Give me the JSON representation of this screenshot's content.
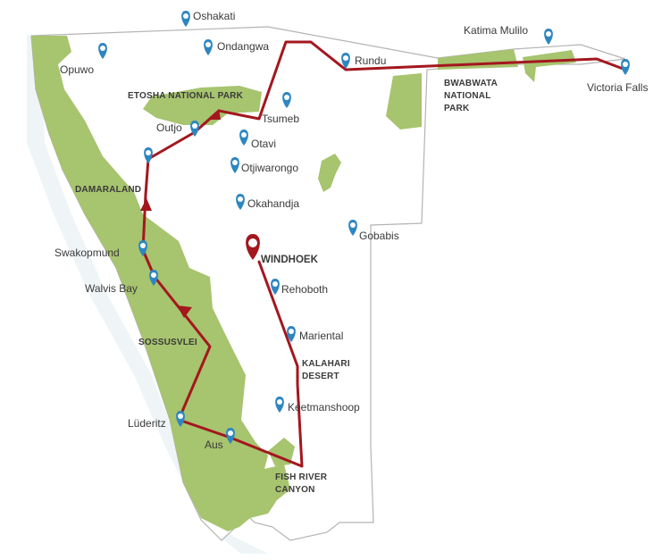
{
  "colors": {
    "land": "#ffffff",
    "border": "#b4b4b4",
    "park": "#a7c46e",
    "route": "#a3171f",
    "pin": "#2e86c1",
    "capital_pin": "#a3171f",
    "text": "#3a3a3a",
    "shadow": "#e8f1f4"
  },
  "towns": {
    "oshakati": "Oshakati",
    "ondangwa": "Ondangwa",
    "opuwo": "Opuwo",
    "rundu": "Rundu",
    "katima": "Katima Mulilo",
    "victoria": "Victoria Falls",
    "tsumeb": "Tsumeb",
    "outjo": "Outjo",
    "otavi": "Otavi",
    "otjiwarongo": "Otjiwarongo",
    "okahandja": "Okahandja",
    "gobabis": "Gobabis",
    "swakopmund": "Swakopmund",
    "walvis": "Walvis Bay",
    "rehoboth": "Rehoboth",
    "mariental": "Mariental",
    "keetmanshoop": "Keetmanshoop",
    "luderitz": "Lüderitz",
    "aus": "Aus"
  },
  "capital": "WINDHOEK",
  "regions": {
    "etosha": "ETOSHA NATIONAL PARK",
    "bwabwata_1": "BWABWATA",
    "bwabwata_2": "NATIONAL",
    "bwabwata_3": "PARK",
    "damaraland": "DAMARALAND",
    "sossusvlei": "SOSSUSVLEI",
    "kalahari_1": "KALAHARI",
    "kalahari_2": "DESERT",
    "fishriver_1": "FISH RIVER",
    "fishriver_2": "CANYON"
  }
}
